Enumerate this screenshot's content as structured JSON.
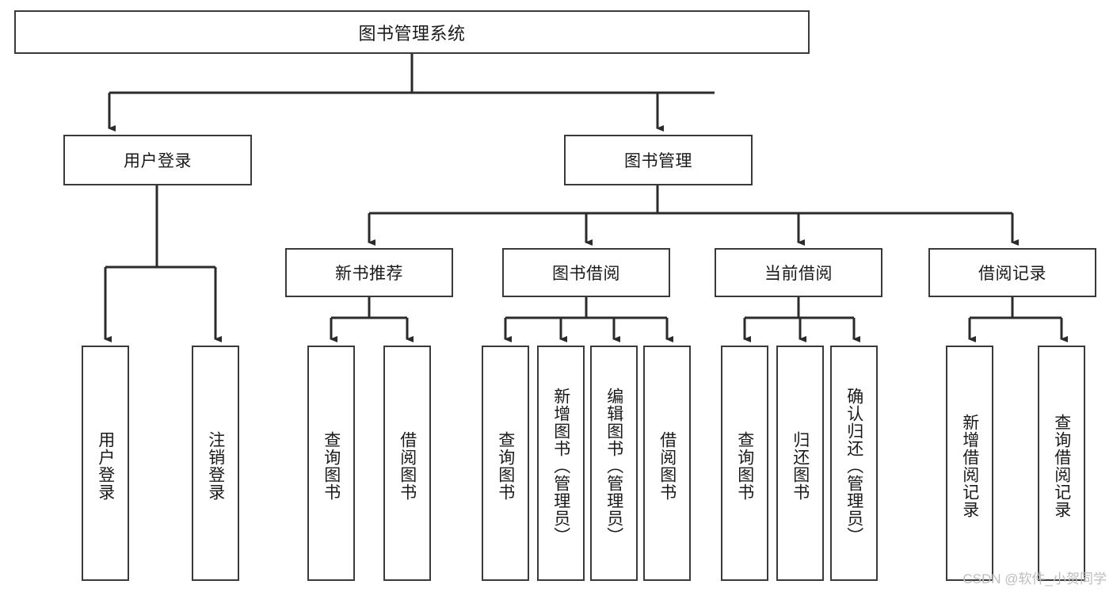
{
  "diagram": {
    "title": "图书管理系统",
    "type": "tree",
    "watermark": "CSDN @软件_小贺同学",
    "colors": {
      "box_border": "#3a3a3a",
      "box_fill": "#ffffff",
      "edge": "#2b2b2b",
      "text": "#1a1a1a",
      "watermark": "#bdbdbd",
      "background": "#ffffff"
    },
    "root": {
      "label": "图书管理系统",
      "orientation": "horizontal"
    },
    "level2": [
      {
        "label": "用户登录",
        "orientation": "horizontal"
      },
      {
        "label": "图书管理",
        "orientation": "horizontal"
      }
    ],
    "level3": [
      {
        "label": "新书推荐",
        "orientation": "horizontal",
        "parent": "图书管理"
      },
      {
        "label": "图书借阅",
        "orientation": "horizontal",
        "parent": "图书管理"
      },
      {
        "label": "当前借阅",
        "orientation": "horizontal",
        "parent": "图书管理"
      },
      {
        "label": "借阅记录",
        "orientation": "horizontal",
        "parent": "图书管理"
      }
    ],
    "leaves": [
      {
        "label": "用户登录",
        "orientation": "vertical",
        "parent": "用户登录"
      },
      {
        "label": "注销登录",
        "orientation": "vertical",
        "parent": "用户登录"
      },
      {
        "label": "查询图书",
        "orientation": "vertical",
        "parent": "新书推荐"
      },
      {
        "label": "借阅图书",
        "orientation": "vertical",
        "parent": "新书推荐"
      },
      {
        "label": "查询图书",
        "orientation": "vertical",
        "parent": "图书借阅"
      },
      {
        "label": "新增图书（管理员）",
        "orientation": "vertical",
        "parent": "图书借阅"
      },
      {
        "label": "编辑图书（管理员）",
        "orientation": "vertical",
        "parent": "图书借阅"
      },
      {
        "label": "借阅图书",
        "orientation": "vertical",
        "parent": "图书借阅"
      },
      {
        "label": "查询图书",
        "orientation": "vertical",
        "parent": "当前借阅"
      },
      {
        "label": "归还图书",
        "orientation": "vertical",
        "parent": "当前借阅"
      },
      {
        "label": "确认归还（管理员）",
        "orientation": "vertical",
        "parent": "当前借阅"
      },
      {
        "label": "新增借阅记录",
        "orientation": "vertical",
        "parent": "借阅记录"
      },
      {
        "label": "查询借阅记录",
        "orientation": "vertical",
        "parent": "借阅记录"
      }
    ]
  }
}
